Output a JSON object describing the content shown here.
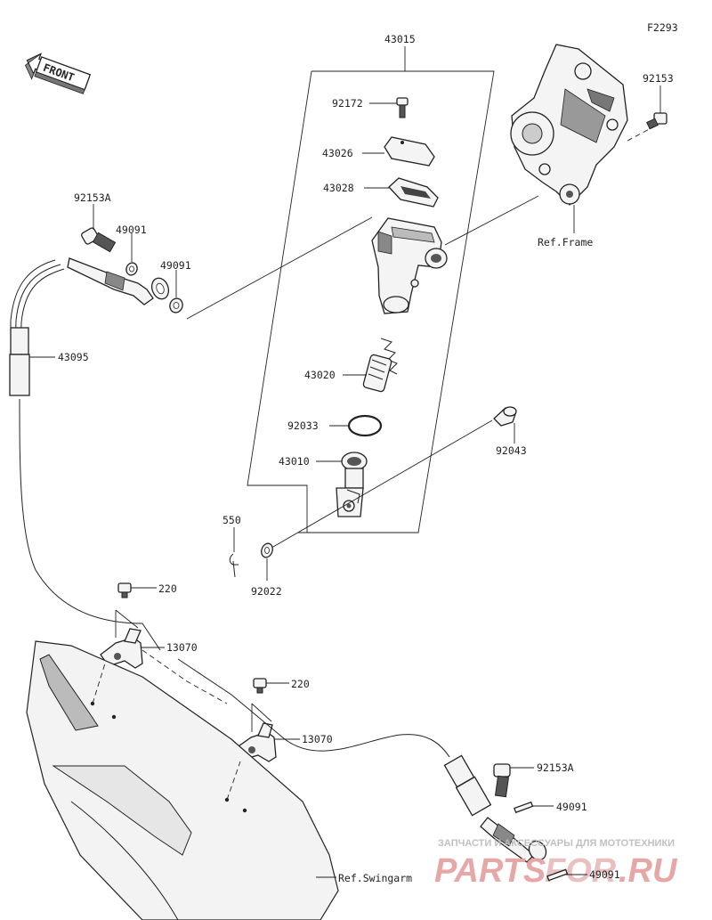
{
  "diagram_code": "F2293",
  "front_label": "FRONT",
  "parts": {
    "p43015": "43015",
    "p92172": "92172",
    "p43026": "43026",
    "p43028": "43028",
    "p92153": "92153",
    "p92153a_top": "92153A",
    "p49091_a": "49091",
    "p49091_b": "49091",
    "p43095": "43095",
    "p43020": "43020",
    "p92033": "92033",
    "p43010": "43010",
    "p92043": "92043",
    "p550": "550",
    "p92022": "92022",
    "p220_a": "220",
    "p13070_a": "13070",
    "p220_b": "220",
    "p13070_b": "13070",
    "p92153a_bottom": "92153A",
    "p49091_c": "49091",
    "p49091_d": "49091"
  },
  "refs": {
    "frame": "Ref.Frame",
    "swingarm": "Ref.Swingarm"
  },
  "watermark": {
    "tagline": "ЗАПЧАСТИ И АКСЕССУАРЫ ДЛЯ МОТОТЕХНИКИ",
    "logo_a": "PARTS",
    "logo_b": "FOR",
    "logo_c": ".RU",
    "color_main": "#e5a3a3",
    "color_accent": "#e8bcbc"
  }
}
